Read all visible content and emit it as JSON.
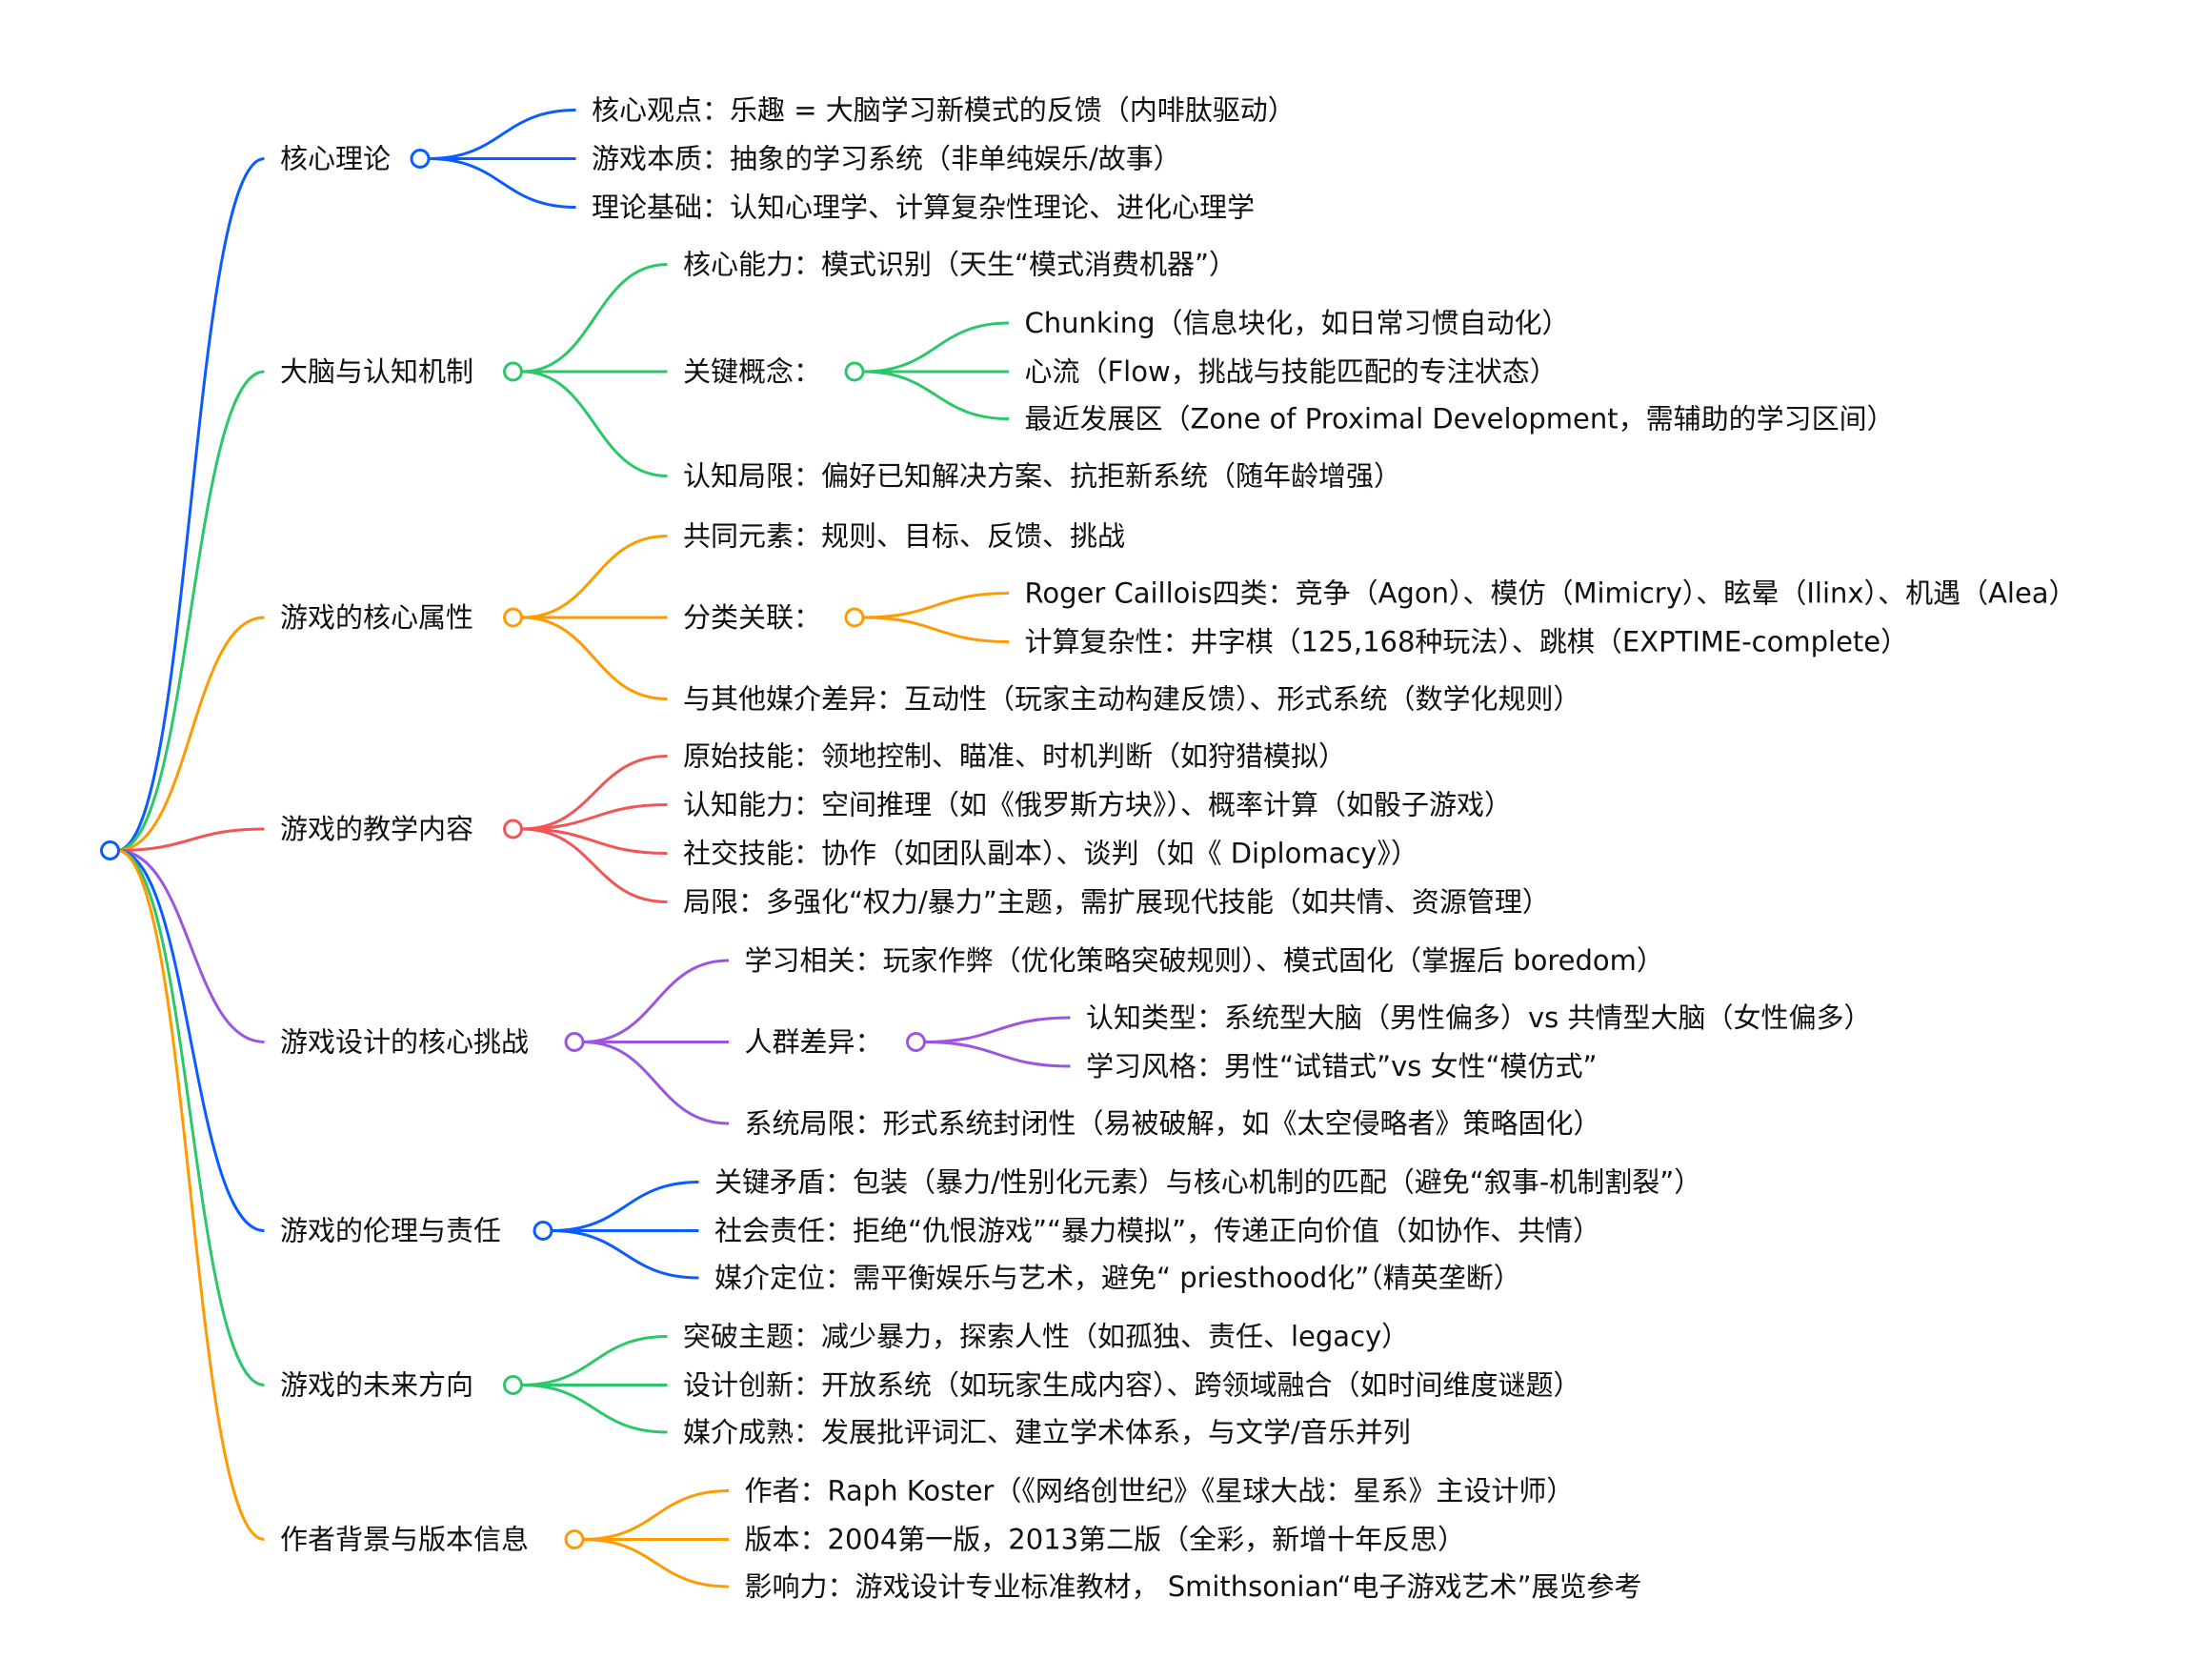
{
  "colors": {
    "blue": "#0b5cff",
    "green": "#2cc76a",
    "orange": "#ff9a00",
    "red": "#f25555",
    "purple": "#9b55e0"
  },
  "branches": [
    {
      "label": "核心理论",
      "color": "blue",
      "children": [
        {
          "label": "核心观点：乐趣 = 大脑学习新模式的反馈（内啡肽驱动）"
        },
        {
          "label": "游戏本质：抽象的学习系统（非单纯娱乐/故事）"
        },
        {
          "label": "理论基础：认知心理学、计算复杂性理论、进化心理学"
        }
      ]
    },
    {
      "label": "大脑与认知机制",
      "color": "green",
      "children": [
        {
          "label": "核心能力：模式识别（天生“模式消费机器”）"
        },
        {
          "label": "关键概念：",
          "children": [
            {
              "label": "Chunking（信息块化，如日常习惯自动化）"
            },
            {
              "label": "心流（Flow，挑战与技能匹配的专注状态）"
            },
            {
              "label": "最近发展区（Zone of Proximal Development，需辅助的学习区间）"
            }
          ]
        },
        {
          "label": "认知局限：偏好已知解决方案、抗拒新系统（随年龄增强）"
        }
      ]
    },
    {
      "label": "游戏的核心属性",
      "color": "orange",
      "children": [
        {
          "label": "共同元素：规则、目标、反馈、挑战"
        },
        {
          "label": "分类关联：",
          "children": [
            {
              "label": "Roger Caillois四类：竞争（Agon）、模仿（Mimicry）、眩晕（Ilinx）、机遇（Alea）"
            },
            {
              "label": "计算复杂性：井字棋（125,168种玩法）、跳棋（EXPTIME-complete）"
            }
          ]
        },
        {
          "label": "与其他媒介差异：互动性（玩家主动构建反馈）、形式系统（数学化规则）"
        }
      ]
    },
    {
      "label": "游戏的教学内容",
      "color": "red",
      "children": [
        {
          "label": "原始技能：领地控制、瞄准、时机判断（如狩猎模拟）"
        },
        {
          "label": "认知能力：空间推理（如《俄罗斯方块》）、概率计算（如骰子游戏）"
        },
        {
          "label": "社交技能：协作（如团队副本）、谈判（如《 Diplomacy》）"
        },
        {
          "label": "局限：多强化“权力/暴力”主题，需扩展现代技能（如共情、资源管理）"
        }
      ]
    },
    {
      "label": "游戏设计的核心挑战",
      "color": "purple",
      "children": [
        {
          "label": "学习相关：玩家作弊（优化策略突破规则）、模式固化（掌握后 boredom）"
        },
        {
          "label": "人群差异：",
          "children": [
            {
              "label": "认知类型：系统型大脑（男性偏多）vs 共情型大脑（女性偏多）"
            },
            {
              "label": "学习风格：男性“试错式”vs 女性“模仿式”"
            }
          ]
        },
        {
          "label": "系统局限：形式系统封闭性（易被破解，如《太空侵略者》策略固化）"
        }
      ]
    },
    {
      "label": "游戏的伦理与责任",
      "color": "blue",
      "children": [
        {
          "label": "关键矛盾：包装（暴力/性别化元素）与核心机制的匹配（避免“叙事-机制割裂”）"
        },
        {
          "label": "社会责任：拒绝“仇恨游戏”“暴力模拟”，传递正向价值（如协作、共情）"
        },
        {
          "label": "媒介定位：需平衡娱乐与艺术，避免“ priesthood化”（精英垄断）"
        }
      ]
    },
    {
      "label": "游戏的未来方向",
      "color": "green",
      "children": [
        {
          "label": "突破主题：减少暴力，探索人性（如孤独、责任、legacy）"
        },
        {
          "label": "设计创新：开放系统（如玩家生成内容）、跨领域融合（如时间维度谜题）"
        },
        {
          "label": "媒介成熟：发展批评词汇、建立学术体系，与文学/音乐并列"
        }
      ]
    },
    {
      "label": "作者背景与版本信息",
      "color": "orange",
      "children": [
        {
          "label": "作者：Raph Koster（《网络创世纪》《星球大战：星系》主设计师）"
        },
        {
          "label": "版本：2004第一版，2013第二版（全彩，新增十年反思）"
        },
        {
          "label": "影响力：游戏设计专业标准教材， Smithsonian“电子游戏艺术”展览参考"
        }
      ]
    }
  ]
}
